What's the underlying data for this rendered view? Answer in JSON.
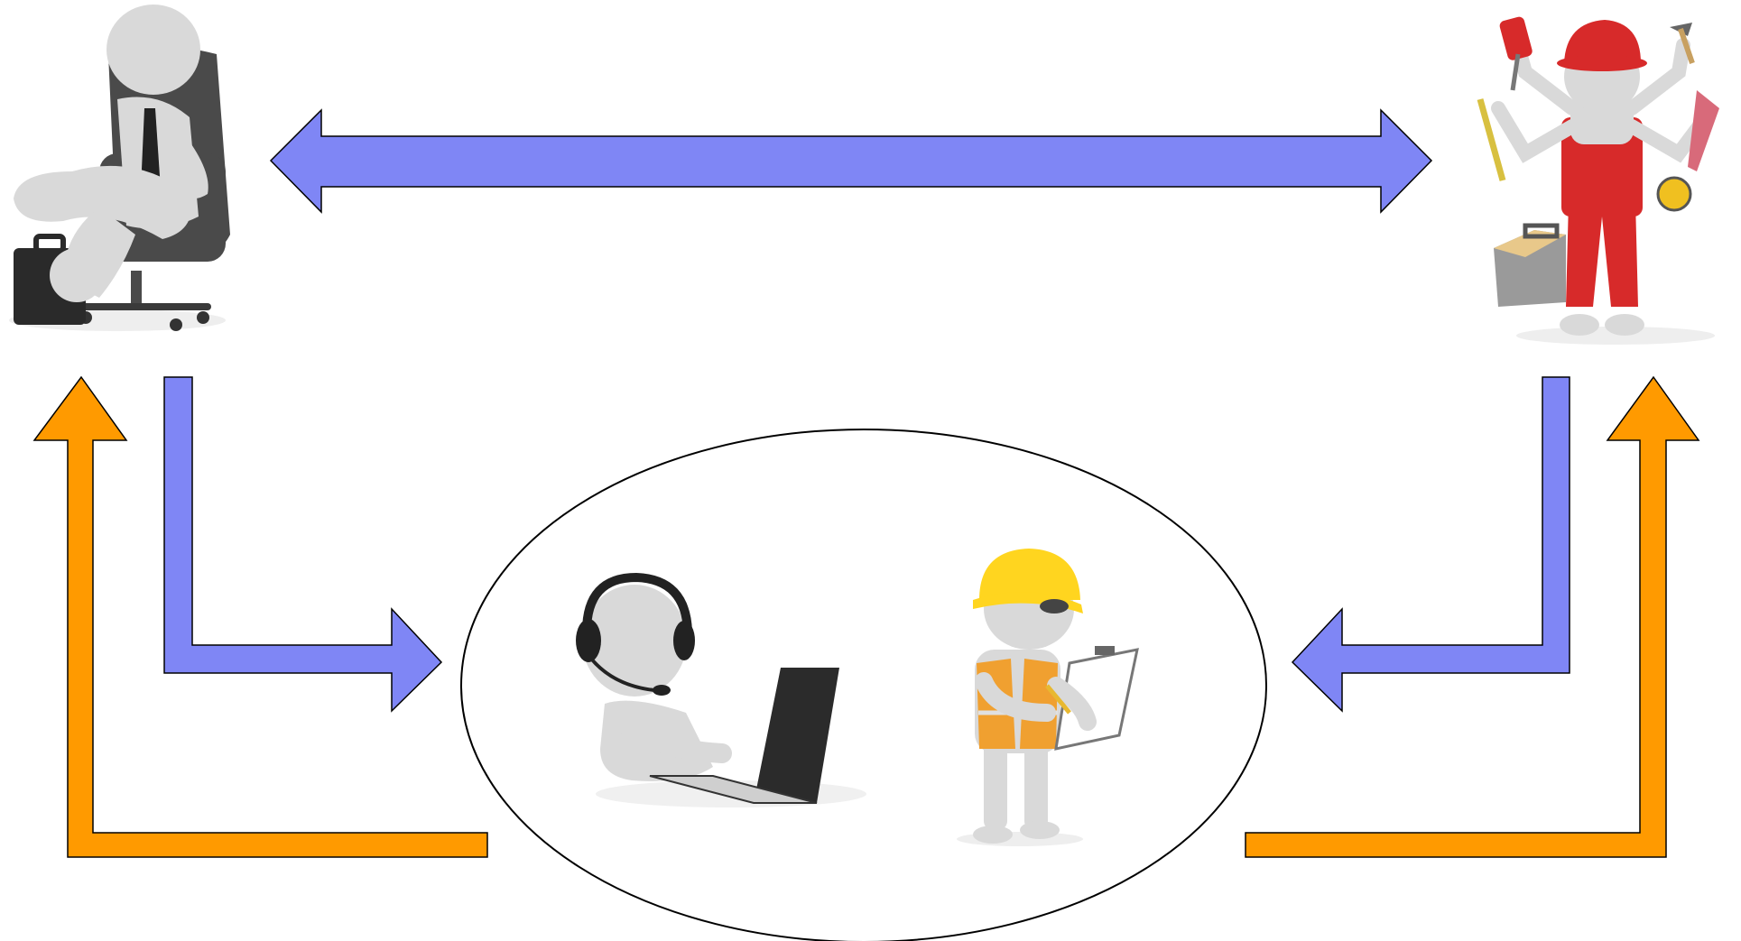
{
  "diagram": {
    "colors": {
      "blue_arrow": "#7f86f5",
      "orange_arrow": "#ff9a00",
      "outline": "#000000",
      "background": "#ffffff",
      "suit_gray": "#d9d9d9",
      "chair": "#4a4a4a",
      "tie": "#222222",
      "red_overalls": "#d72a2a",
      "helmet_yellow": "#ffd51f",
      "vest_orange": "#f0a030",
      "laptop": "#2b2b2b"
    },
    "figures": [
      {
        "name": "boss-in-office-chair",
        "icon": "manager-figure"
      },
      {
        "name": "handyman-with-tools",
        "icon": "handyman-figure"
      },
      {
        "name": "call-center-operator",
        "icon": "headset-laptop-figure"
      },
      {
        "name": "site-inspector",
        "icon": "hardhat-clipboard-figure"
      }
    ],
    "arrows": [
      {
        "name": "manager-handyman-arrow",
        "style": "double-headed",
        "color_key": "blue_arrow"
      },
      {
        "name": "manager-to-team-arrow",
        "style": "elbow",
        "color_key": "blue_arrow"
      },
      {
        "name": "handyman-to-team-arrow",
        "style": "elbow",
        "color_key": "blue_arrow"
      },
      {
        "name": "team-to-manager-arrow",
        "style": "elbow",
        "color_key": "orange_arrow"
      },
      {
        "name": "team-to-handyman-arrow",
        "style": "elbow",
        "color_key": "orange_arrow"
      }
    ],
    "group": {
      "name": "team-ellipse",
      "shape": "ellipse"
    }
  }
}
